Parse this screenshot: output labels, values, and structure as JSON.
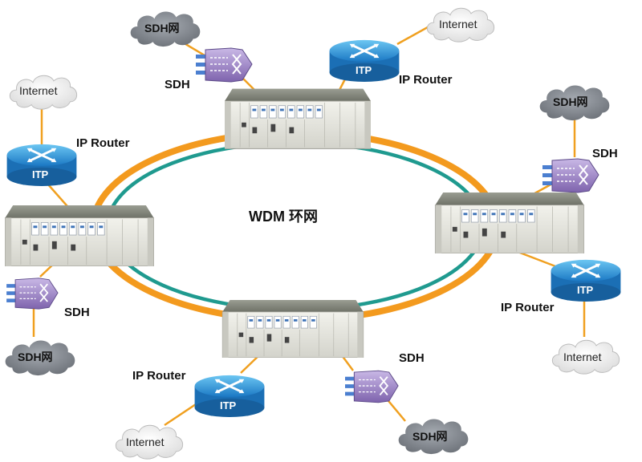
{
  "title": "WDM 环网",
  "labels": {
    "sdh": "SDH",
    "ip_router": "IP Router",
    "internet": "Internet",
    "sdh_net": "SDH网",
    "itp": "ITP"
  },
  "colors": {
    "orange_ring": "#f39a1e",
    "teal_ring": "#1f9a8f",
    "link": "#f0a020",
    "router_blue": "#1f8fd6",
    "sdh_purple": "#8a6fb6",
    "white_cloud": "#f4f4f4",
    "gray_cloud": "#7a7f86"
  },
  "nodes": {
    "top": {
      "sdh_label": "SDH",
      "router_label": "IP Router",
      "cloud_internet": "Internet",
      "cloud_sdh": "SDH网"
    },
    "left": {
      "sdh_label": "SDH",
      "router_label": "IP Router",
      "cloud_internet": "Internet",
      "cloud_sdh": "SDH网"
    },
    "right": {
      "sdh_label": "SDH",
      "router_label": "IP Router",
      "cloud_internet": "Internet",
      "cloud_sdh": "SDH网"
    },
    "bottom": {
      "sdh_label": "SDH",
      "router_label": "IP Router",
      "cloud_internet": "Internet",
      "cloud_sdh": "SDH网"
    }
  }
}
